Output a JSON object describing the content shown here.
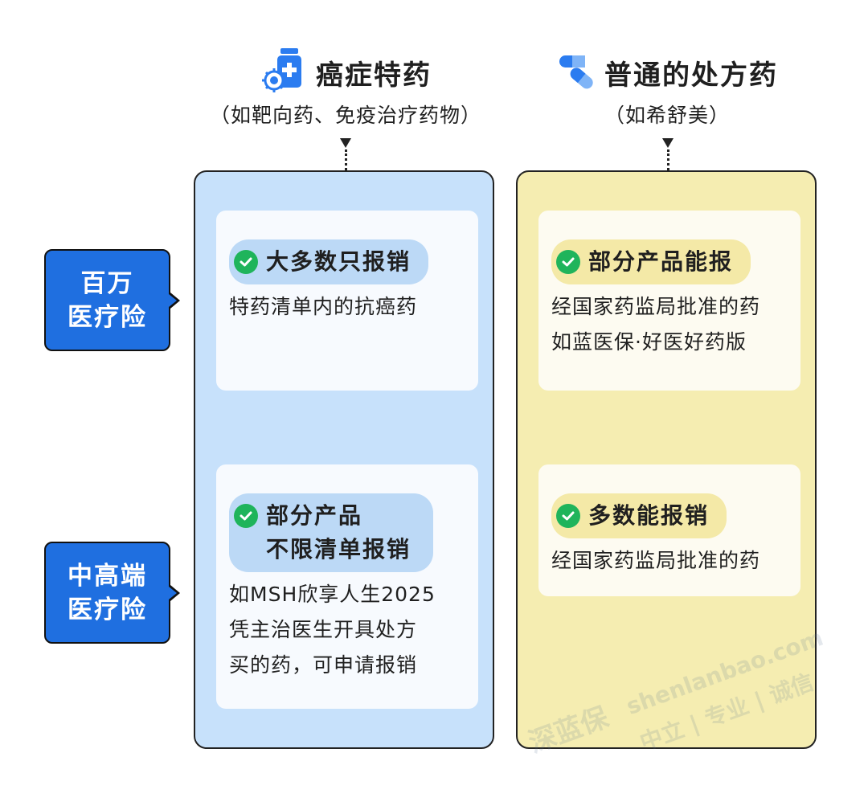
{
  "columns": [
    {
      "title": "癌症特药",
      "subtitle": "（如靶向药、免疫治疗药物）",
      "icon": "medicine-bottle-virus-icon",
      "color": "#c7e1fb",
      "cards": [
        {
          "badge": "大多数只报销",
          "lines": [
            "特药清单内的抗癌药"
          ]
        },
        {
          "badge": "部分产品\n不限清单报销",
          "lines": [
            "如MSH欣享人生2025",
            "凭主治医生开具处方",
            "买的药，可申请报销"
          ]
        }
      ]
    },
    {
      "title": "普通的处方药",
      "subtitle": "（如希舒美）",
      "icon": "capsule-pill-icon",
      "color": "#f5edb1",
      "cards": [
        {
          "badge": "部分产品能报",
          "lines": [
            "经国家药监局批准的药",
            "如蓝医保·好医好药版"
          ]
        },
        {
          "badge": "多数能报销",
          "lines": [
            "经国家药监局批准的药"
          ]
        }
      ]
    }
  ],
  "rows": [
    {
      "line1": "百万",
      "line2": "医疗险"
    },
    {
      "line1": "中高端",
      "line2": "医疗险"
    }
  ],
  "colors": {
    "row_label": "#1f6fe0",
    "check": "#1fb45b",
    "accent_blue": "#2b7cf0"
  },
  "watermark": {
    "url": "shenlanbao.com",
    "tagline": "中立 | 专业 | 诚信",
    "logo_text": "深蓝保"
  }
}
